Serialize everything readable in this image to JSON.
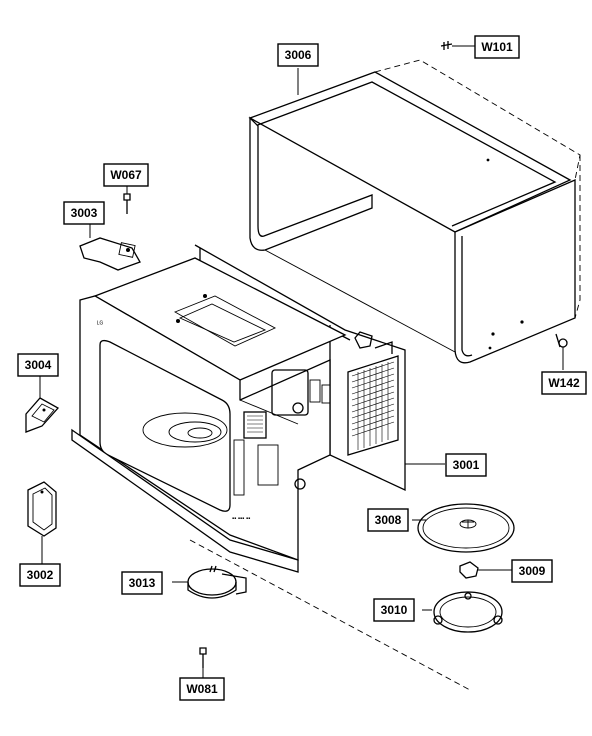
{
  "labels": {
    "l3006": "3006",
    "lW101": "W101",
    "lW067": "W067",
    "l3003": "3003",
    "l3004": "3004",
    "l3002": "3002",
    "l3013": "3013",
    "lW081": "W081",
    "l3001": "3001",
    "l3008": "3008",
    "l3009": "3009",
    "l3010": "3010",
    "lW142": "W142"
  }
}
